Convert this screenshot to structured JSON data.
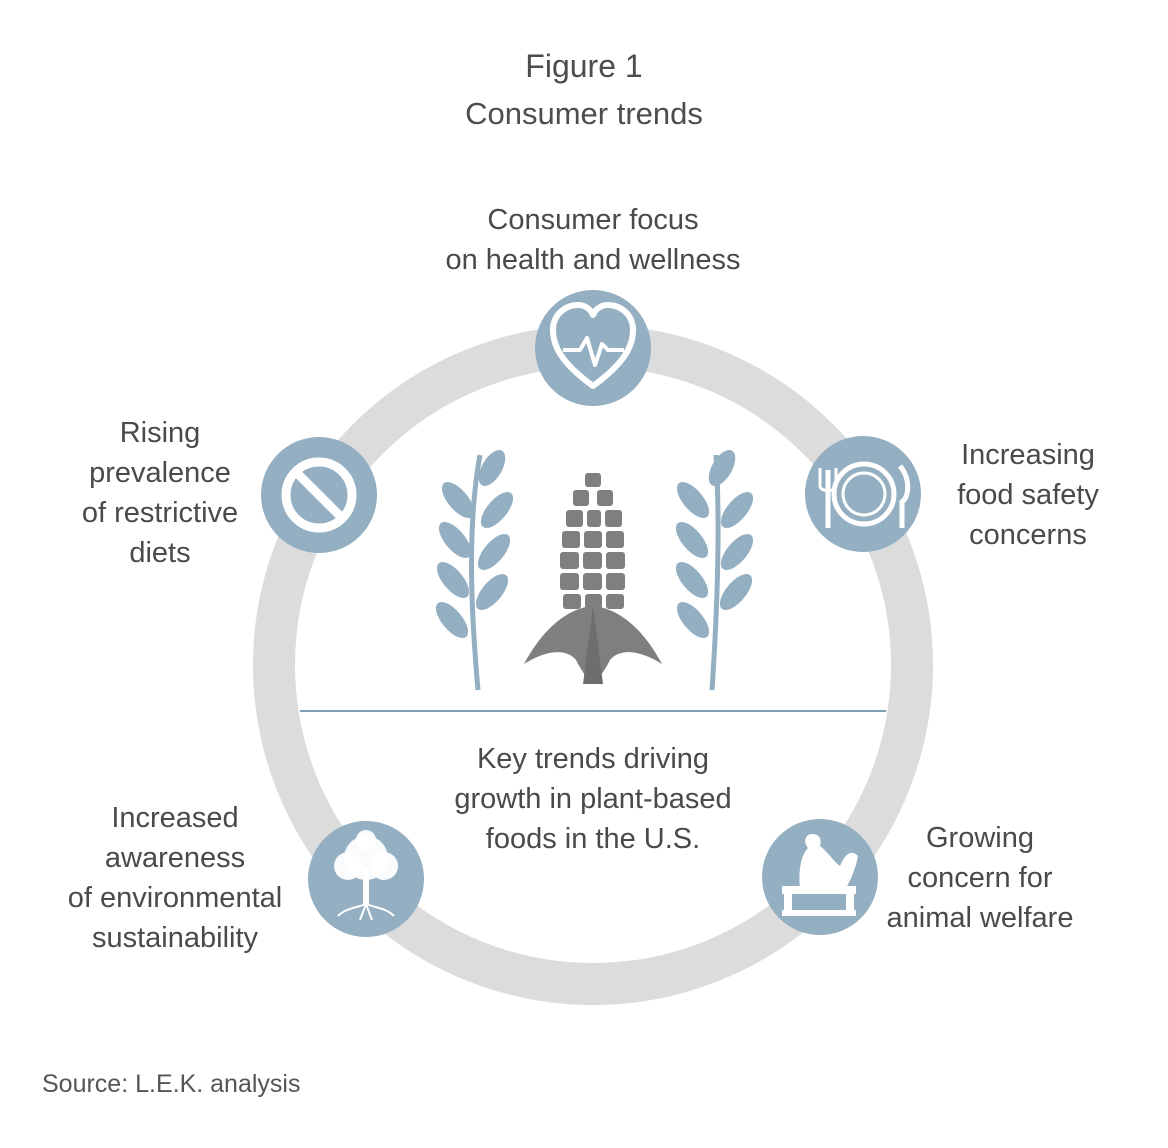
{
  "figure": {
    "number": "Figure 1",
    "title": "Consumer trends"
  },
  "center": {
    "text": "Key trends driving\ngrowth in plant-based\nfoods in the U.S."
  },
  "trends": [
    {
      "icon": "heart-pulse-icon",
      "label": "Consumer focus\non health and wellness"
    },
    {
      "icon": "plate-cutlery-icon",
      "label": "Increasing\nfood safety\nconcerns"
    },
    {
      "icon": "chicken-icon",
      "label": "Growing\nconcern for\nanimal welfare"
    },
    {
      "icon": "tree-icon",
      "label": "Increased\nawareness\nof environmental\nsustainability"
    },
    {
      "icon": "prohibited-icon",
      "label": "Rising\nprevalence\nof restrictive\ndiets"
    }
  ],
  "source": "Source: L.E.K. analysis",
  "colors": {
    "ring": "#dcdcdc",
    "icon_circle": "#94afc2",
    "plant": "#94afc2",
    "corn": "#7f7f7f",
    "divider": "#7f9db3",
    "text": "#4a4a4a"
  }
}
